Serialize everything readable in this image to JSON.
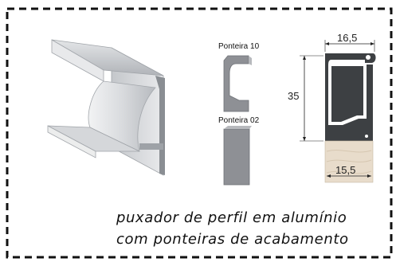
{
  "frame": {
    "border_style": "dashed",
    "border_color": "#111111"
  },
  "labels": {
    "ponteira_10": "Ponteira 10",
    "ponteira_02": "Ponteira 02"
  },
  "dimensions": {
    "top_width": "16,5",
    "height": "35",
    "bottom_width": "15,5"
  },
  "caption": {
    "line1": "puxador de perfil em alumínio",
    "line2": "com ponteiras de acabamento"
  },
  "colors": {
    "aluminium": "#c9ccd0",
    "profile_section": "#3d4043",
    "wood": "#e8dccb",
    "end_cap": "#8e9095"
  }
}
